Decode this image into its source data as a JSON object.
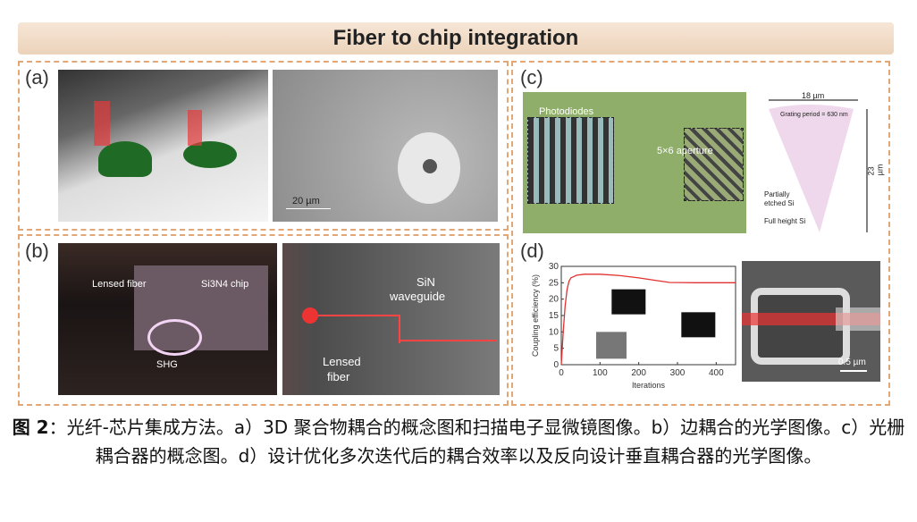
{
  "title": "Fiber to chip integration",
  "panels": {
    "a": {
      "label": "(a)",
      "scale": "20 µm"
    },
    "b": {
      "label": "(b)",
      "lensed_fiber": "Lensed fiber",
      "chip": "Si3N4 chip",
      "shg": "SHG",
      "sin": "SiN",
      "waveguide": "waveguide",
      "lensed": "Lensed",
      "fiber": "fiber"
    },
    "c": {
      "label": "(c)",
      "photodiodes": "Photodiodes",
      "aperture": "5×6 aperture",
      "width": "18 µm",
      "height": "23 µm",
      "period": "Grating period = 630 nm",
      "partial": "Partially",
      "etched": "etched Si",
      "full": "Full height Si"
    },
    "d": {
      "label": "(d)",
      "scale": "0.5 µm"
    }
  },
  "chart_data": {
    "type": "line",
    "xlabel": "Iterations",
    "ylabel": "Coupling efficiency (%)",
    "xlim": [
      0,
      450
    ],
    "ylim": [
      0,
      30
    ],
    "xticks": [
      0,
      100,
      200,
      300,
      400
    ],
    "yticks": [
      0,
      5,
      10,
      15,
      20,
      25,
      30
    ],
    "series": [
      {
        "name": "efficiency",
        "color": "#e03030",
        "x": [
          0,
          5,
          10,
          15,
          20,
          25,
          40,
          60,
          100,
          150,
          200,
          250,
          280,
          350,
          450
        ],
        "y": [
          0,
          10,
          18,
          23,
          25.5,
          26.5,
          27.3,
          27.6,
          27.6,
          27.2,
          26.5,
          25.6,
          25.1,
          25,
          25
        ]
      }
    ]
  },
  "caption": {
    "fig": "图 2",
    "text": "：光纤-芯片集成方法。a）3D 聚合物耦合的概念图和扫描电子显微镜图像。b）边耦合的光学图像。c）光栅耦合器的概念图。d）设计优化多次迭代后的耦合效率以及反向设计垂直耦合器的光学图像。"
  }
}
